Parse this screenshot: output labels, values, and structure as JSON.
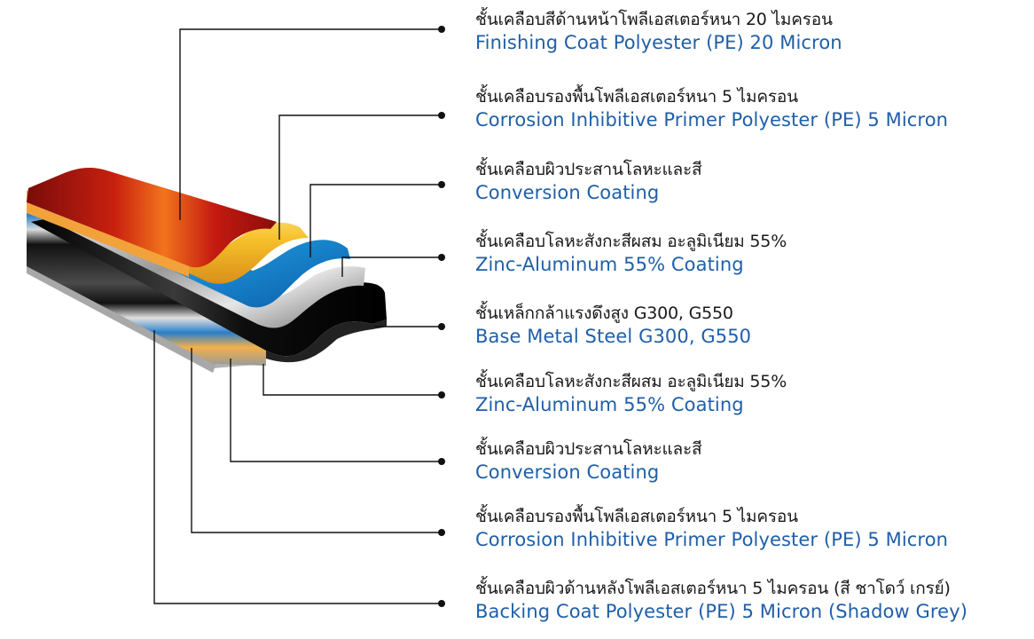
{
  "layers": [
    {
      "th": "ชั้นเคลือบสีด้านหน้าโพลีเอสเตอร์หนา 20 ไมครอน",
      "en": "Finishing Coat Polyester (PE) 20 Micron"
    },
    {
      "th": "ชั้นเคลือบรองพื้นโพลีเอสเตอร์หนา 5 ไมครอน",
      "en": "Corrosion Inhibitive Primer Polyester (PE) 5 Micron"
    },
    {
      "th": "ชั้นเคลือบผิวประสานโลหะและสี",
      "en": "Conversion Coating"
    },
    {
      "th": "ชั้นเคลือบโลหะสังกะสีผสม อะลูมิเนียม 55%",
      "en": "Zinc-Aluminum 55% Coating"
    },
    {
      "th": "ชั้นเหล็กกล้าแรงดึงสูง G300, G550",
      "en": "Base Metal Steel G300, G550"
    },
    {
      "th": "ชั้นเคลือบโลหะสังกะสีผสม อะลูมิเนียม 55%",
      "en": "Zinc-Aluminum 55% Coating"
    },
    {
      "th": "ชั้นเคลือบผิวประสานโลหะและสี",
      "en": "Conversion Coating"
    },
    {
      "th": "ชั้นเคลือบรองพื้นโพลีเอสเตอร์หนา 5 ไมครอน",
      "en": "Corrosion Inhibitive Primer Polyester (PE) 5 Micron"
    },
    {
      "th": "ชั้นเคลือบผิวด้านหลังโพลีเอสเตอร์หนา 5 ไมครอน (สี ชาโดว์ เกรย์)",
      "en": "Backing Coat Polyester (PE) 5 Micron (Shadow Grey)"
    }
  ],
  "colors": {
    "finishing_coat": "#c0180f",
    "primer": "#f6b820",
    "conversion": "#2aa0e0",
    "zinc_aluminum": "#c8c8c8",
    "steel": "#111111",
    "backing": "#9a9a9a",
    "leader": "#111111",
    "text_en": "#1f5fa8"
  }
}
